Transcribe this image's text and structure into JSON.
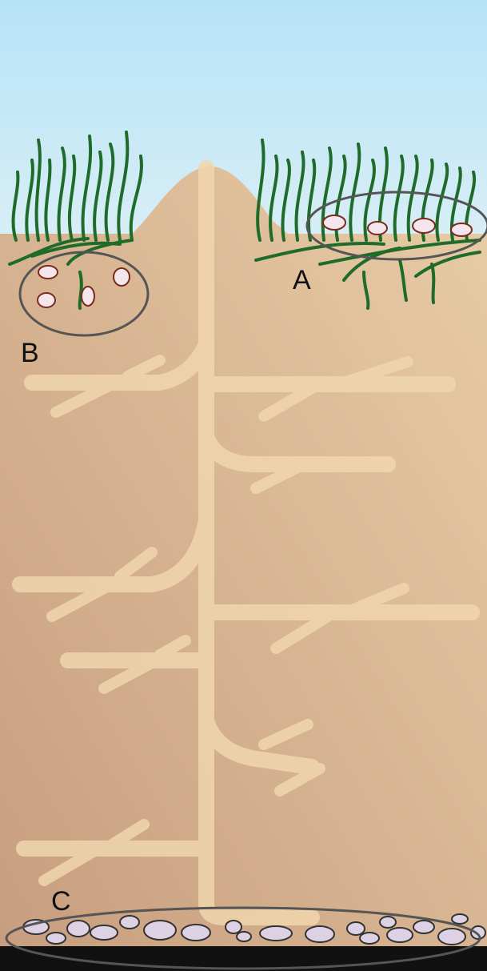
{
  "diagram": {
    "labels": {
      "a": "A",
      "b": "B",
      "c": "C"
    },
    "colors": {
      "sky_top": "#b6e3f7",
      "sky_bottom": "#d8eef6",
      "soil_light": "#e8cda6",
      "soil_dark": "#c79d7e",
      "tunnel": "#f0d6ad",
      "grass": "#1f6b2a",
      "ellipse": "#555555",
      "shell": "#f4e6ec",
      "shell_outline": "#7a2a1e",
      "stone": "#ddd2e4",
      "bedrock": "#111111"
    },
    "icons": [
      "grass-tuft",
      "snail-shell",
      "pebble"
    ]
  }
}
